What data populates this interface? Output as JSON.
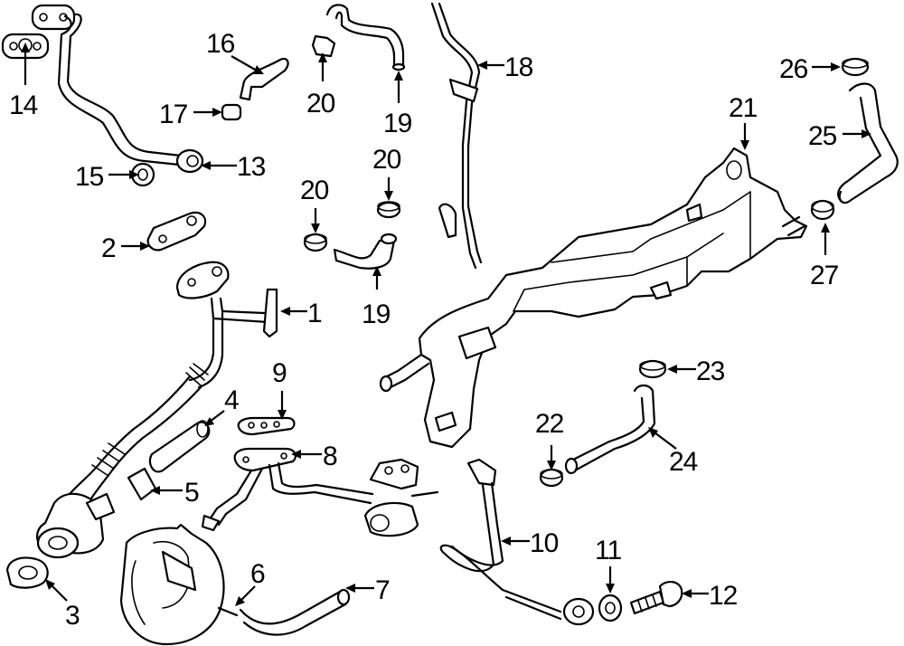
{
  "callouts": [
    {
      "id": "c1",
      "label": "1"
    },
    {
      "id": "c2",
      "label": "2"
    },
    {
      "id": "c3",
      "label": "3"
    },
    {
      "id": "c4",
      "label": "4"
    },
    {
      "id": "c5",
      "label": "5"
    },
    {
      "id": "c6",
      "label": "6"
    },
    {
      "id": "c7",
      "label": "7"
    },
    {
      "id": "c8",
      "label": "8"
    },
    {
      "id": "c9",
      "label": "9"
    },
    {
      "id": "c10",
      "label": "10"
    },
    {
      "id": "c11",
      "label": "11"
    },
    {
      "id": "c12",
      "label": "12"
    },
    {
      "id": "c13",
      "label": "13"
    },
    {
      "id": "c14",
      "label": "14"
    },
    {
      "id": "c15",
      "label": "15"
    },
    {
      "id": "c16",
      "label": "16"
    },
    {
      "id": "c17",
      "label": "17"
    },
    {
      "id": "c18",
      "label": "18"
    },
    {
      "id": "c19a",
      "label": "19"
    },
    {
      "id": "c19b",
      "label": "19"
    },
    {
      "id": "c20a",
      "label": "20"
    },
    {
      "id": "c20b",
      "label": "20"
    },
    {
      "id": "c20c",
      "label": "20"
    },
    {
      "id": "c21",
      "label": "21"
    },
    {
      "id": "c22",
      "label": "22"
    },
    {
      "id": "c23",
      "label": "23"
    },
    {
      "id": "c24",
      "label": "24"
    },
    {
      "id": "c25",
      "label": "25"
    },
    {
      "id": "c26",
      "label": "26"
    },
    {
      "id": "c27",
      "label": "27"
    }
  ]
}
